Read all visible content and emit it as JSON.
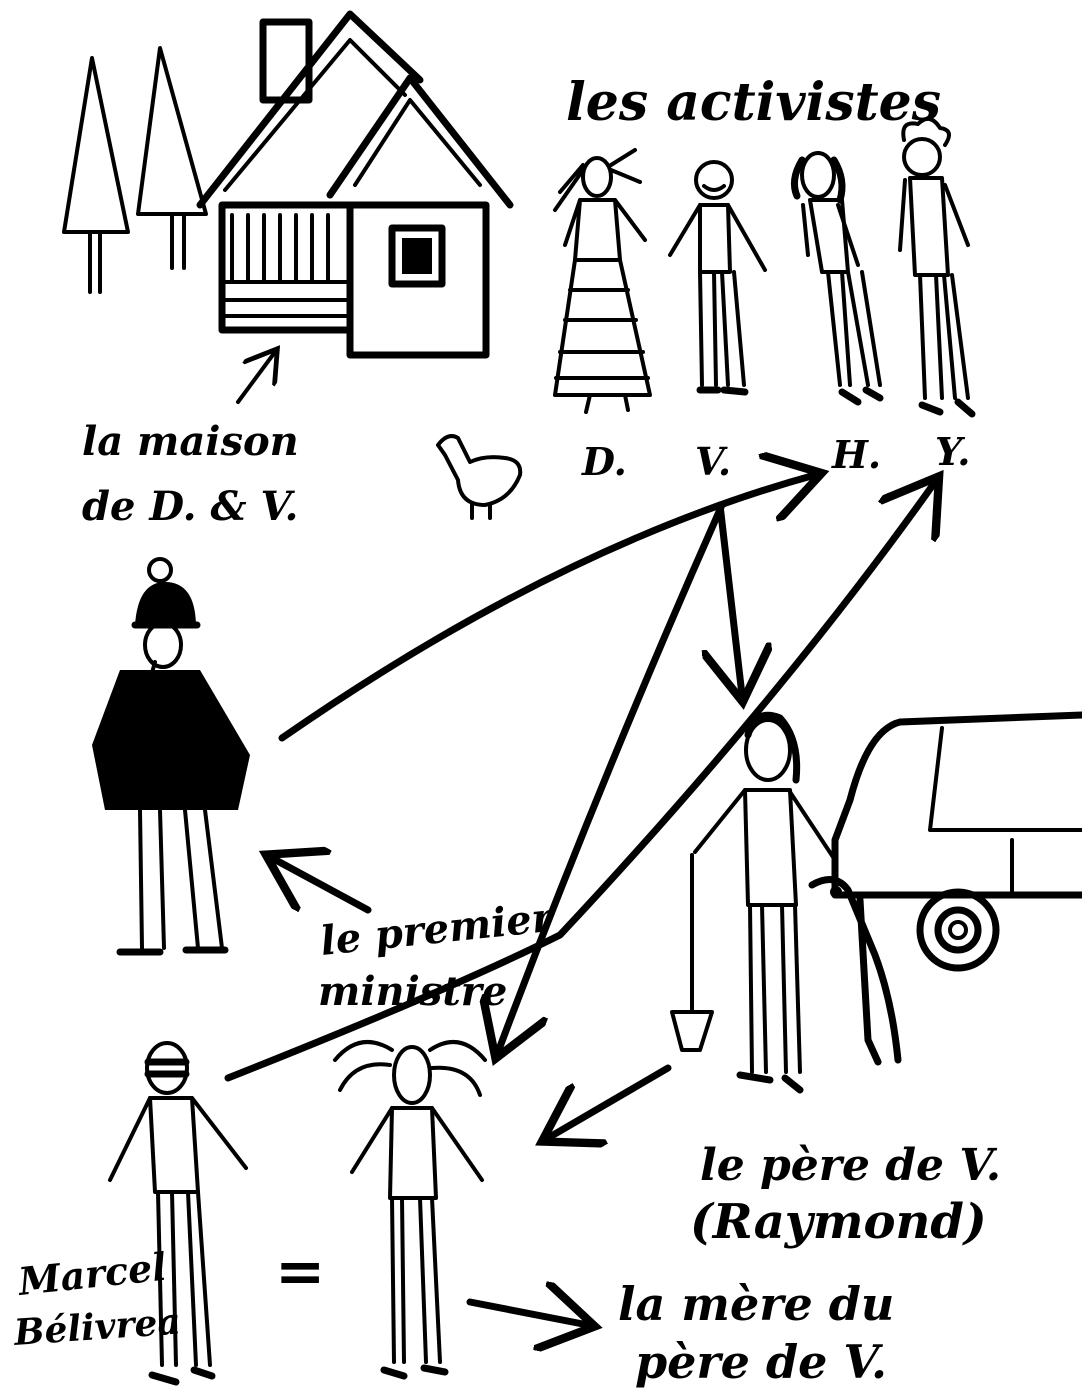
{
  "labels": {
    "activists_title": "les activistes",
    "house_line1": "la maison",
    "house_line2": "de D. & V.",
    "initial_d": "D.",
    "initial_v": "V.",
    "initial_h": "H.",
    "initial_y": "Y.",
    "pm_line1": "le premier",
    "pm_line2": "ministre",
    "father_line1": "le père de V.",
    "father_line2": "(Raymond)",
    "marcel_line1": "Marcel",
    "marcel_line2": "Bélivrea",
    "equals": "=",
    "mother_line1": "la mère du",
    "mother_line2": "père de V."
  },
  "icons": {
    "house": "house-icon",
    "tree": "pine-tree-icon",
    "chicken": "chicken-icon",
    "car": "car-icon",
    "dog": "dog-icon",
    "shovel": "shovel-icon"
  },
  "colors": {
    "ink": "#000000",
    "paper": "#ffffff"
  }
}
